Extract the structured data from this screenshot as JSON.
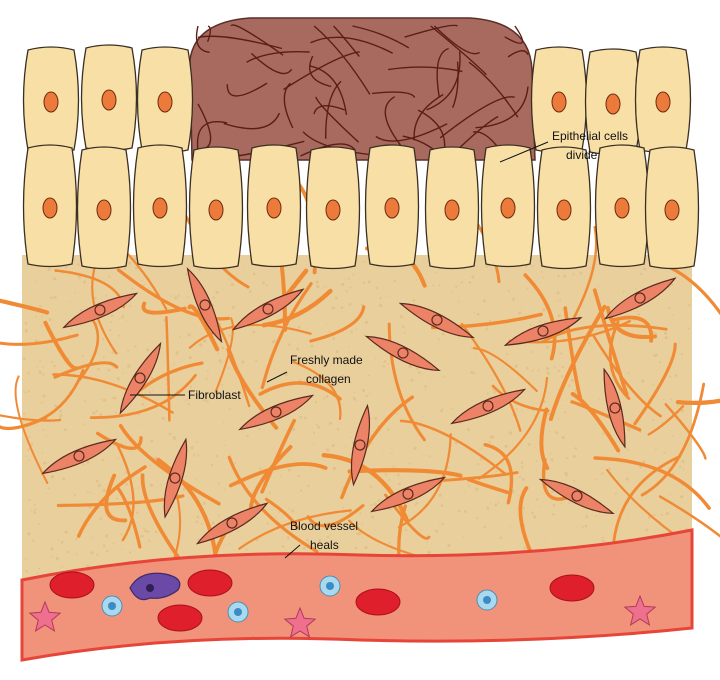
{
  "labels": {
    "epithelial_line1": "Epithelial cells",
    "epithelial_line2": "divide",
    "collagen_line1": "Freshly made",
    "collagen_line2": "collagen",
    "fibroblast": "Fibroblast",
    "vessel_line1": "Blood vessel",
    "vessel_line2": "heals"
  },
  "colors": {
    "epithelial_cell": "#f8dfa6",
    "nucleus": "#ec7a3a",
    "scab": "#a86a5e",
    "dermis": "#e9cf9c",
    "collagen": "#f08a34",
    "fibroblast": "#ec8266",
    "vessel_wall": "#e64538",
    "vessel_fill": "#f1937b",
    "red_blood_cell": "#df1f2b",
    "white_blood_cell": "#a9d9ef",
    "platelet": "#ef6f8e",
    "macrophage": "#6a4aa6"
  }
}
